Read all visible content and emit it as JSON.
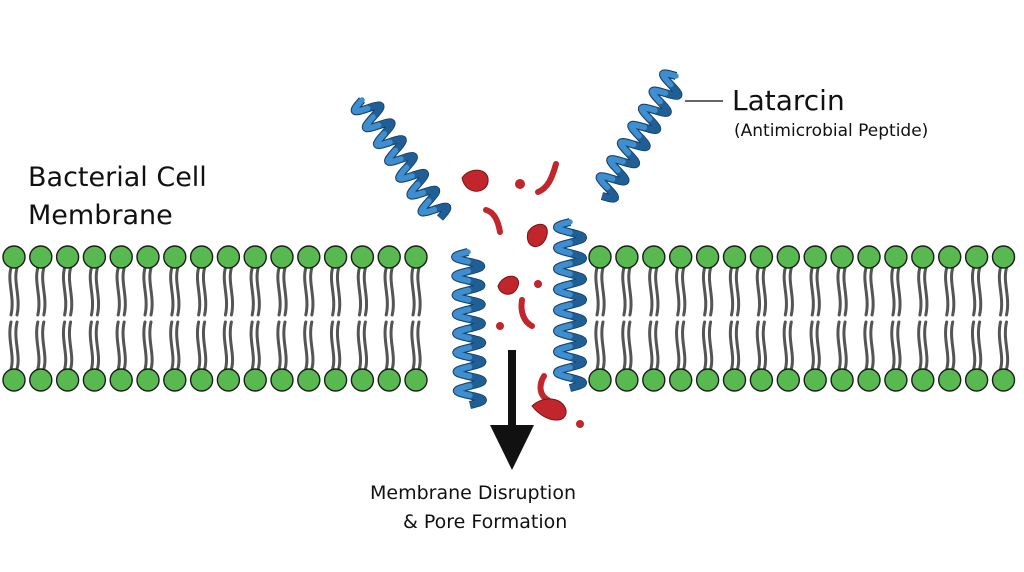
{
  "labels": {
    "membrane_line1": "Bacterial Cell",
    "membrane_line2": "Membrane",
    "peptide_name": "Latarcin",
    "peptide_desc": "(Antimicrobial Peptide)",
    "caption_line1": "Membrane Disruption",
    "caption_line2": "& Pore Formation"
  },
  "colors": {
    "lipid_head": "#57b94f",
    "lipid_head_outline": "#1d1d1d",
    "lipid_tail": "#555555",
    "helix": "#3f8fd0",
    "helix_shade": "#1f5f96",
    "fragment": "#c0262c",
    "arrow": "#111111"
  },
  "icons": {
    "lipid": "phospholipid-icon",
    "helix": "alpha-helix-icon",
    "fragment": "membrane-fragment-icon",
    "arrow": "down-arrow-icon"
  }
}
